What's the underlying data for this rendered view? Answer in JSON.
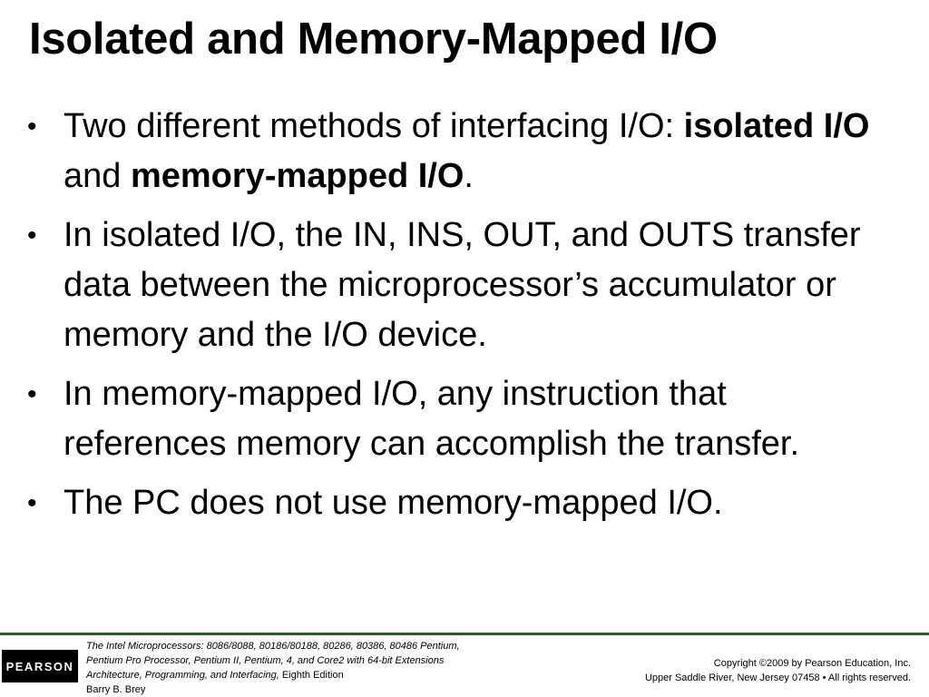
{
  "slide": {
    "title": "Isolated and Memory-Mapped I/O",
    "bullet_symbol": "•",
    "bullets": [
      {
        "part1": "Two different methods of interfacing I/O: ",
        "bold1": "isolated I/O",
        "part2": " and ",
        "bold2": "memory-mapped I/O",
        "part3": "."
      },
      {
        "text": "In isolated I/O, the IN, INS, OUT, and OUTS transfer data between the microprocessor’s accumulator or memory and the I/O device."
      },
      {
        "text": "In memory-mapped I/O, any instruction that references memory can accomplish the transfer."
      },
      {
        "text": "The PC does not use memory-mapped I/O."
      }
    ]
  },
  "footer": {
    "logo_text": "PEARSON",
    "book_line1_title": "The Intel Microprocessors:",
    "book_line1_rest": " 8086/8088, 80186/80188, 80286, 80386, 80486 Pentium,",
    "book_line2": "Pentium Pro Processor, Pentium II, Pentium, 4, and Core2 with 64-bit Extensions",
    "book_line3_italic": "Architecture, Programming, and Interfacing,",
    "book_line3_rest": " Eighth Edition",
    "book_line4": "Barry B. Brey",
    "copyright_line1": "Copyright ©2009 by Pearson Education, Inc.",
    "copyright_line2": "Upper Saddle River, New Jersey 07458 • All rights reserved."
  },
  "colors": {
    "footer_rule": "#1e5f2a",
    "logo_background": "#000000"
  }
}
